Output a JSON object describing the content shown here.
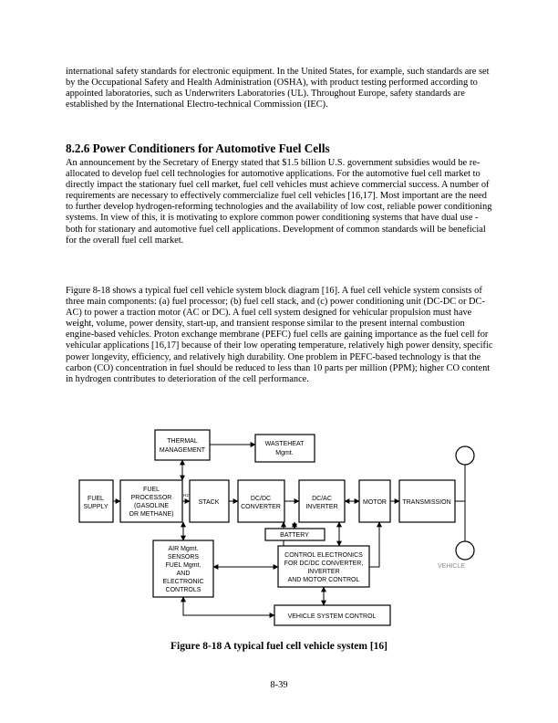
{
  "intro_paragraph": "international safety standards for electronic equipment. In the United States, for example, such standards are set by the Occupational Safety and Health Administration (OSHA), with product testing performed according to appointed laboratories, such as Underwriters Laboratories (UL). Throughout Europe, safety standards are established by the International Electro-technical Commission (IEC).",
  "section_heading": "8.2.6 Power Conditioners for Automotive Fuel Cells",
  "paragraph_one": "An announcement by the Secretary of Energy stated that $1.5 billion U.S. government subsidies would be re-allocated to develop fuel cell technologies for automotive applications. For the automotive fuel cell market to directly impact the stationary fuel cell market, fuel cell vehicles must achieve commercial success. A number of requirements are necessary to effectively commercialize fuel cell vehicles [16,17]. Most important are the need to further develop hydrogen-reforming technologies and the availability of low cost, reliable power conditioning systems. In view of this, it is motivating to explore common power conditioning systems that have dual use - both for stationary and automotive fuel cell applications. Development of common standards will be beneficial for the overall fuel cell market.",
  "paragraph_two": "Figure 8-18 shows a typical fuel cell vehicle system block diagram [16]. A fuel cell vehicle system consists of three main components: (a) fuel processor; (b) fuel cell stack, and (c) power conditioning unit (DC-DC or DC-AC) to power a traction motor (AC or DC). A fuel cell system designed for vehicular propulsion must have weight, volume, power density, start-up, and transient response similar to the present internal combustion engine-based vehicles. Proton exchange membrane (PEFC) fuel cells are gaining importance as the fuel cell for vehicular applications [16,17] because of their low operating temperature, relatively high power density, specific power longevity, efficiency, and relatively high durability. One problem in PEFC-based technology is that the carbon (CO) concentration in fuel should be reduced to less than 10 parts per million (PPM); higher CO content in hydrogen contributes to deterioration of the cell performance.",
  "diagram": {
    "thermal": [
      "THERMAL",
      "MANAGEMENT"
    ],
    "wasteheat": [
      "WASTEHEAT",
      "Mgmt."
    ],
    "fuel_supply": [
      "FUEL",
      "SUPPLY"
    ],
    "fuel_processor": [
      "FUEL",
      "PROCESSOR",
      "(GASOLINE",
      "OR METHANE)"
    ],
    "h2_label": "H2",
    "stack": "STACK",
    "dcdc": [
      "DC/DC",
      "CONVERTER"
    ],
    "dcac": [
      "DC/AC",
      "INVERTER"
    ],
    "motor": "MOTOR",
    "transmission": "TRANSMISSION",
    "battery": "BATTERY",
    "air_mgmt": [
      "AIR Mgmt.",
      "SENSORS",
      "FUEL Mgmt.",
      "AND",
      "ELECTRONIC",
      "CONTROLS"
    ],
    "control_electronics": [
      "CONTROL ELECTRONICS",
      "FOR DC/DC CONVERTER,",
      "INVERTER",
      "AND MOTOR CONTROL"
    ],
    "vehicle": "VEHICLE",
    "vehicle_system_control": "VEHICLE SYSTEM CONTROL"
  },
  "figure_caption": "Figure 8-18  A typical fuel cell vehicle system [16]",
  "page_number": "8-39"
}
